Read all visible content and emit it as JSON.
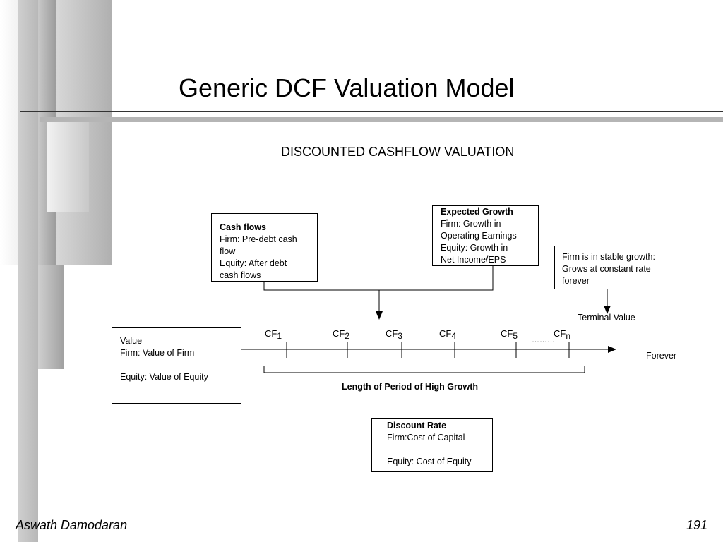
{
  "slide": {
    "title": "Generic DCF Valuation Model",
    "subtitle": "DISCOUNTED CASHFLOW VALUATION"
  },
  "boxes": {
    "cash_flows": {
      "head": "Cash flows",
      "lines": [
        "Firm: Pre-debt cash",
        "flow",
        "Equity: After debt",
        "cash flows"
      ]
    },
    "expected_growth": {
      "head": "Expected Growth",
      "lines": [
        "Firm: Growth in",
        "Operating Earnings",
        "Equity: Growth in",
        "Net Income/EPS"
      ]
    },
    "stable_growth": {
      "lines": [
        "Firm is in stable growth:",
        "Grows at constant rate",
        "forever"
      ]
    },
    "value": {
      "lines": [
        "Value",
        "Firm: Value of Firm",
        "",
        "Equity: Value of Equity"
      ]
    },
    "discount_rate": {
      "head": "Discount Rate",
      "lines": [
        "Firm:Cost of Capital",
        "",
        "Equity: Cost of Equity"
      ]
    }
  },
  "timeline": {
    "terminal_value": "Terminal Value",
    "forever": "Forever",
    "ellipsis": "………",
    "period_label": "Length of Period of High Growth",
    "cash_flows": [
      {
        "base": "CF",
        "sub": "1"
      },
      {
        "base": "CF",
        "sub": "2"
      },
      {
        "base": "CF",
        "sub": "3"
      },
      {
        "base": "CF",
        "sub": "4"
      },
      {
        "base": "CF",
        "sub": "5"
      },
      {
        "base": "CF",
        "sub": "n"
      }
    ]
  },
  "footer": {
    "author": "Aswath Damodaran",
    "page": "191"
  },
  "colors": {
    "background": "#ffffff",
    "rule": "#333333",
    "band_gray": "#b5b5b5"
  }
}
